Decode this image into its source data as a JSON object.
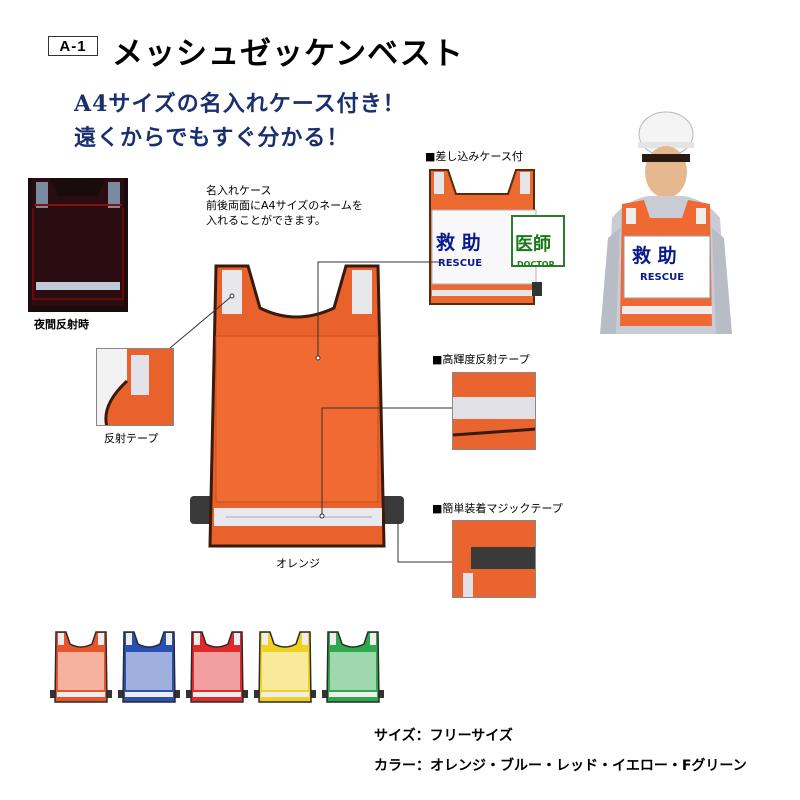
{
  "header": {
    "code": "A-1",
    "title": "メッシュゼッケンベスト"
  },
  "catchcopy": {
    "line1": "A4サイズの名入れケース付き！",
    "line2": "遠くからでもすぐ分かる！"
  },
  "night": {
    "label": "夜間反射時"
  },
  "name_case": {
    "title": "名入れケース",
    "desc1": "前後両面にA4サイズのネームを",
    "desc2": "入れることができます。"
  },
  "insert_case": {
    "label": "■差し込みケース付",
    "card1_kanji": "救 助",
    "card1_en": "RESCUE",
    "card2_kanji": "医師",
    "card2_en": "DOCTOR"
  },
  "model": {
    "card_kanji": "救 助",
    "card_en": "RESCUE"
  },
  "callouts": {
    "reflective_tape": "反射テープ",
    "high_reflective": "■高輝度反射テープ",
    "velcro": "■簡単装着マジックテープ"
  },
  "main_vest": {
    "color_label": "オレンジ"
  },
  "swatches": [
    {
      "name": "orange",
      "color": "#e8552a"
    },
    {
      "name": "blue",
      "color": "#2a4fb5"
    },
    {
      "name": "red",
      "color": "#e02a2a"
    },
    {
      "name": "yellow",
      "color": "#f0d020"
    },
    {
      "name": "green",
      "color": "#2ea84a"
    }
  ],
  "spec": {
    "size": "サイズ：フリーサイズ",
    "color": "カラー：オレンジ・ブルー・レッド・イエロー・Fグリーン"
  }
}
